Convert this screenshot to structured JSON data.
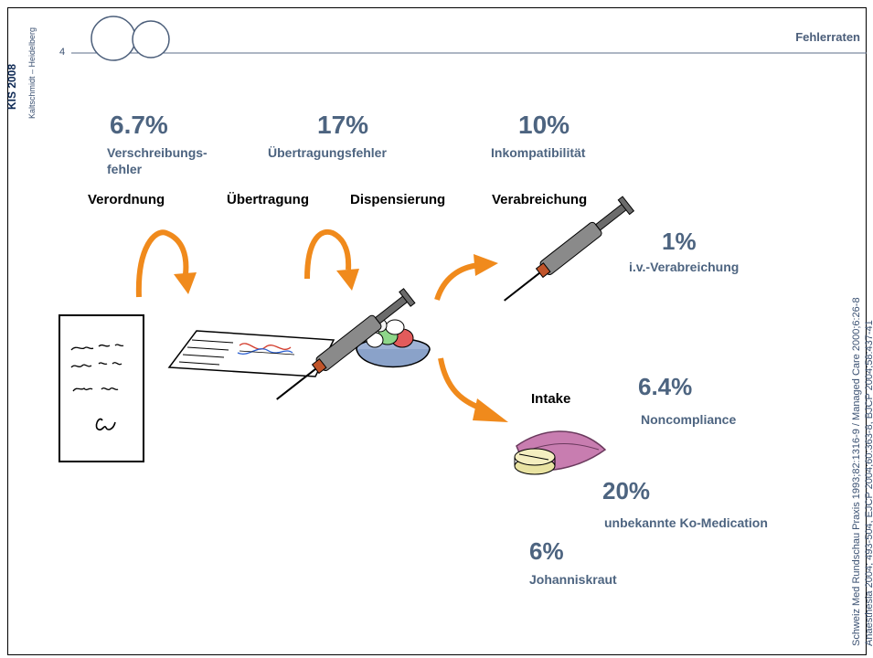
{
  "header": {
    "conference": "KIS 2008",
    "author": "Kaltschmidt – Heidelberg",
    "page_number": "4",
    "title": "Fehlerraten"
  },
  "stats": {
    "prescription": {
      "percent": "6.7%",
      "label_line1": "Verschreibungs-",
      "label_line2": "fehler"
    },
    "transcription": {
      "percent": "17%",
      "label": "Übertragungsfehler"
    },
    "incompatibility": {
      "percent": "10%",
      "label": "Inkompatibilität"
    },
    "iv": {
      "percent": "1%",
      "label": "i.v.-Verabreichung"
    },
    "noncompliance": {
      "percent": "6.4%",
      "label": "Noncompliance"
    },
    "comedication": {
      "percent": "20%",
      "label": "unbekannte Ko-Medication"
    },
    "stjohns": {
      "percent": "6%",
      "label": "Johanniskraut"
    }
  },
  "steps": {
    "order": "Verordnung",
    "transfer": "Übertragung",
    "dispense": "Dispensierung",
    "administer": "Verabreichung",
    "intake": "Intake"
  },
  "references": {
    "line1": "Schweiz Med Rundschau Praxis 1993;82:1316-9 / Managed Care 2000;6:26-8",
    "line2": "Anaesthesia 2004; 493-504, EJCP 2004;60:363-8, BJCP 2004;58:437-41"
  },
  "colors": {
    "arrow": "#f08a1c",
    "text_stats": "#4d6480",
    "lips": "#c87db0",
    "pill": "#e9e3a2"
  },
  "icons": {
    "handwritten_prescription": "prescription-note-icon",
    "chart_sheet": "document-chart-icon",
    "syringe": "syringe-icon",
    "pill_bowl": "pill-bowl-icon",
    "mouth_pill": "mouth-pill-icon"
  }
}
